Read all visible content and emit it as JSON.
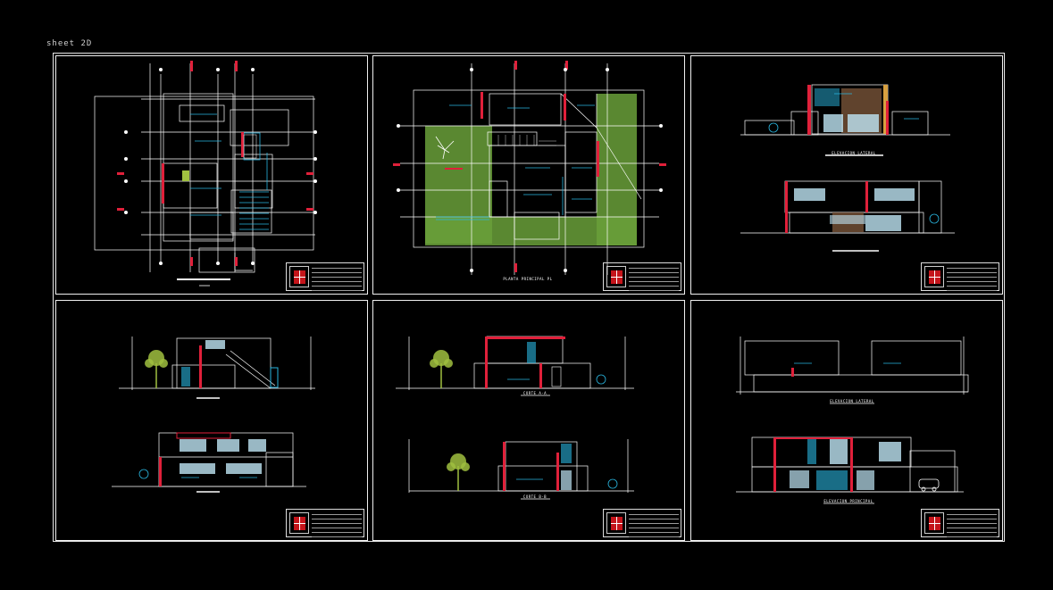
{
  "window": {
    "corner_label": "sheet 2D"
  },
  "sheets": [
    {
      "id": "sheet-1",
      "type": "floor-plan-1",
      "captions": [
        ""
      ]
    },
    {
      "id": "sheet-2",
      "type": "floor-plan-2",
      "captions": [
        "PLANTA PRINCIPAL PL"
      ]
    },
    {
      "id": "sheet-3",
      "type": "elevations-1",
      "captions": [
        "ELEVACION LATERAL",
        ""
      ]
    },
    {
      "id": "sheet-4",
      "type": "sections-1",
      "captions": [
        "",
        ""
      ]
    },
    {
      "id": "sheet-5",
      "type": "sections-2",
      "captions": [
        "CORTE A-A",
        "CORTE B-B"
      ]
    },
    {
      "id": "sheet-6",
      "type": "elevations-2",
      "captions": [
        "ELEVACION LATERAL",
        "ELEVACION PRINCIPAL"
      ]
    }
  ],
  "colors": {
    "background": "#000000",
    "line_white": "#ffffff",
    "accent_red": "#e0203a",
    "accent_cyan": "#29b6e0",
    "lawn_green": "#6aa03a",
    "tree_green": "#a0c040",
    "brown_wall": "#6a4a32",
    "titleblock_red": "#c4141a"
  }
}
